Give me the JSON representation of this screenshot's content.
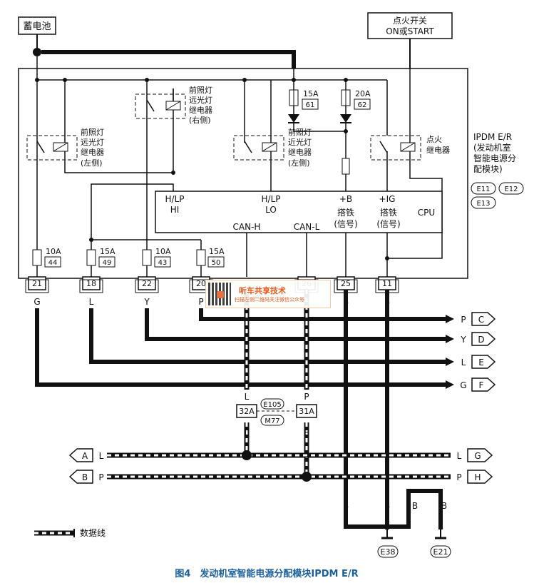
{
  "boxes": {
    "battery": "蓄电池",
    "ignition_line1": "点火开关",
    "ignition_line2": "ON或START"
  },
  "relays": {
    "hi_left": [
      "前照灯",
      "远光灯",
      "继电器",
      "(左侧)"
    ],
    "hi_right": [
      "前照灯",
      "远光灯",
      "继电器",
      "(右侧)"
    ],
    "lo_left": [
      "前照灯",
      "近光灯",
      "继电器",
      "(左侧)"
    ],
    "ignition": [
      "点火",
      "继电器"
    ]
  },
  "fuses_top": [
    {
      "amp": "15A",
      "num": "61"
    },
    {
      "amp": "20A",
      "num": "62"
    }
  ],
  "fuses_bottom": [
    {
      "amp": "10A",
      "num": "44"
    },
    {
      "amp": "15A",
      "num": "49"
    },
    {
      "amp": "10A",
      "num": "43"
    },
    {
      "amp": "15A",
      "num": "50"
    }
  ],
  "cpu": {
    "hlp_hi_1": "H/LP",
    "hlp_hi_2": "HI",
    "hlp_lo_1": "H/LP",
    "hlp_lo_2": "LO",
    "plus_b": "+B",
    "plus_ig": "+IG",
    "ground_1": "搭铁",
    "ground_sig_1": "(信号)",
    "ground_2": "搭铁",
    "ground_sig_2": "(信号)",
    "can_h": "CAN-H",
    "can_l": "CAN-L",
    "label": "CPU"
  },
  "module_label": [
    "IPDM E/R",
    "(发动机室",
    "智能电源分",
    "配模块)"
  ],
  "connectors": [
    "E11",
    "E12",
    "E13"
  ],
  "pins": [
    "21",
    "18",
    "22",
    "20",
    "26",
    "25",
    "11"
  ],
  "wire_colors": {
    "g": "G",
    "l": "L",
    "y": "Y",
    "p": "P",
    "b": "B"
  },
  "outputs": [
    {
      "color": "P",
      "letter": "C"
    },
    {
      "color": "Y",
      "letter": "D"
    },
    {
      "color": "L",
      "letter": "E"
    },
    {
      "color": "G",
      "letter": "F"
    }
  ],
  "can_connectors": {
    "a": "32A",
    "b": "31A",
    "e": "E105",
    "m": "M77"
  },
  "bus_left": [
    {
      "letter": "A",
      "color": "L"
    },
    {
      "letter": "B",
      "color": "P"
    }
  ],
  "bus_right": [
    {
      "letter": "G",
      "color": "L"
    },
    {
      "letter": "H",
      "color": "P"
    }
  ],
  "grounds": [
    "E38",
    "E21"
  ],
  "legend": "数据线",
  "caption": "图4　发动机室智能电源分配模块IPDM E/R",
  "watermark": {
    "title": "听车共享技术",
    "subtitle": "扫描左侧二维码关注微信公众号"
  }
}
